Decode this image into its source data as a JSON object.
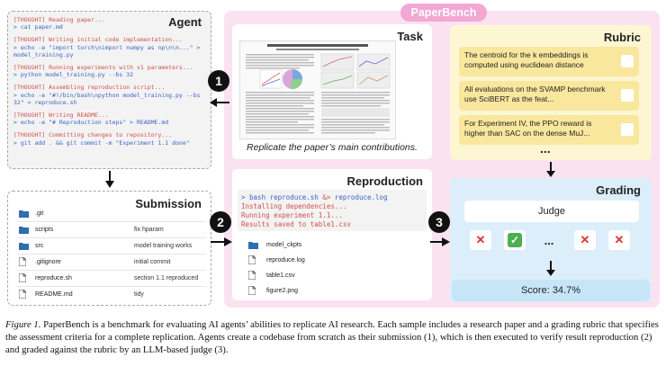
{
  "container": {
    "title": "PaperBench"
  },
  "agent": {
    "title": "Agent",
    "log": [
      {
        "thought": "[THOUGHT] Reading paper...",
        "cmds": [
          "> cat paper.md"
        ]
      },
      {
        "thought": "[THOUGHT] Writing initial code implementation...",
        "cmds": [
          "> echo -e \"import torch\\nimport numpy as np\\n\\n...\" >",
          "model_training.py"
        ]
      },
      {
        "thought": "[THOUGHT] Running experiments with v1 parameters...",
        "cmds": [
          "> python model_training.py --bs 32"
        ]
      },
      {
        "thought": "[THOUGHT] Assembling reproduction script...",
        "cmds": [
          "> echo -e \"#!/bin/bash\\npython model_training.py --bs",
          "32\" > reproduce.sh"
        ]
      },
      {
        "thought": "[THOUGHT] Writing README...",
        "cmds": [
          "> echo -e \"# Reproduction steps\" > README.md"
        ]
      },
      {
        "thought": "[THOUGHT] Committing changes to repository...",
        "cmds": [
          "> git add . && git commit -m \"Experiment 1.1 done\""
        ]
      }
    ]
  },
  "submission": {
    "title": "Submission",
    "files": [
      {
        "icon": "folder-icon",
        "name": ".git",
        "message": ""
      },
      {
        "icon": "folder-icon",
        "name": "scripts",
        "message": "fix hparam"
      },
      {
        "icon": "folder-icon",
        "name": "src",
        "message": "model training works"
      },
      {
        "icon": "file-icon",
        "name": ".gitignore",
        "message": "initial commit"
      },
      {
        "icon": "file-icon",
        "name": "reproduce.sh",
        "message": "section 1.1 reproduced"
      },
      {
        "icon": "file-icon",
        "name": "README.md",
        "message": "tidy"
      }
    ]
  },
  "task": {
    "title": "Task",
    "caption": "Replicate the paper’s main contributions."
  },
  "rubric": {
    "title": "Rubric",
    "items": [
      "The centroid for the k embeddings is computed using euclidean distance",
      "All evaluations on the SVAMP benchmark use SciBERT as the feat...",
      "For Experiment IV, the PPO reward is higher than SAC on the dense MuJ..."
    ],
    "ellipsis": "..."
  },
  "reproduction": {
    "title": "Reproduction",
    "terminal": {
      "cmd_prefix": "> bash reproduce.sh ",
      "cmd_amp": "&>",
      "cmd_suffix": " reproduce.log",
      "lines": [
        "Installing dependencies...",
        "Running experiment 1.1...",
        "Results saved to table1.csv"
      ]
    },
    "files": [
      {
        "icon": "folder-icon",
        "name": "model_ckpts"
      },
      {
        "icon": "file-icon",
        "name": "reproduce.log"
      },
      {
        "icon": "file-icon",
        "name": "table1.csv"
      },
      {
        "icon": "file-icon",
        "name": "figure2.png"
      }
    ]
  },
  "grading": {
    "title": "Grading",
    "judge": "Judge",
    "marks": [
      "✕",
      "✓",
      "...",
      "✕",
      "✕"
    ],
    "score": "Score: 34.7%"
  },
  "steps": [
    "1",
    "2",
    "3"
  ],
  "caption": {
    "label": "Figure 1.",
    "text": " PaperBench is a benchmark for evaluating AI agents’ abilities to replicate AI research. Each sample includes a research paper and a grading rubric that specifies the assessment criteria for a complete replication. Agents create a codebase from scratch as their submission (1), which is then executed to verify result reproduction (2) and graded against the rubric by an LLM-based judge (3)."
  }
}
